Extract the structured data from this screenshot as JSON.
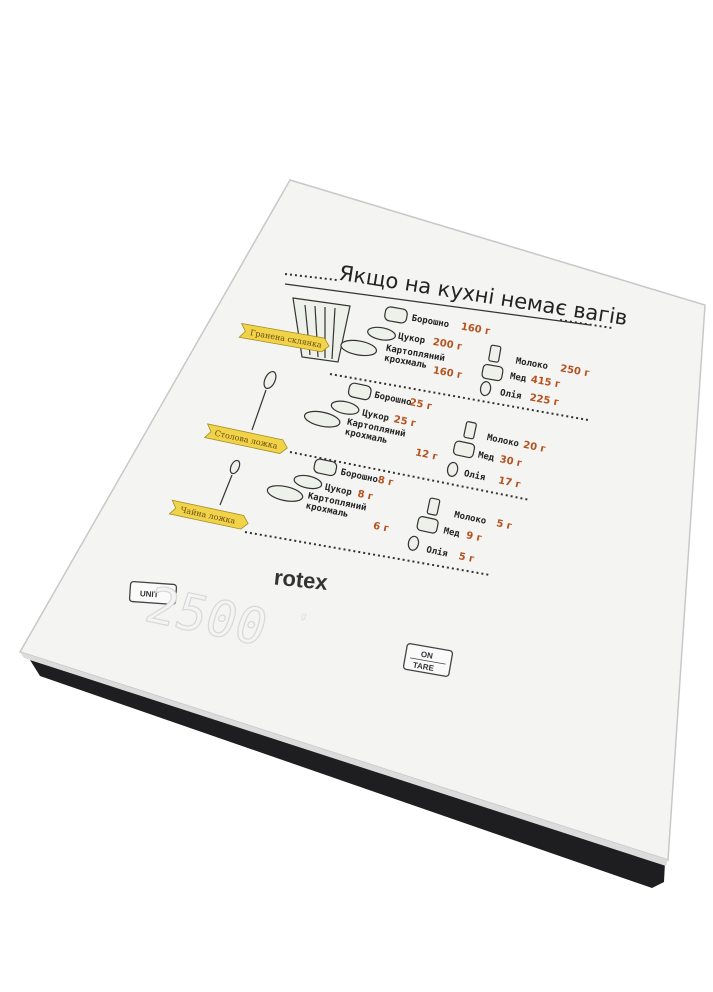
{
  "product": {
    "brand": "rotex",
    "display_value": "2500",
    "display_unit": "g"
  },
  "buttons": {
    "unit": "UNIT",
    "on": "ON",
    "tare": "TARE"
  },
  "card": {
    "title": "Якщо на кухні немає вагів",
    "sections": [
      {
        "label": "Гранена склянка",
        "items": [
          {
            "name": "Борошно",
            "value": "160 г"
          },
          {
            "name": "Цукор",
            "value": "200 г"
          },
          {
            "name": "Картопляний",
            "name2": "крохмаль",
            "value": "160 г"
          },
          {
            "name": "Молоко",
            "value": "250 г"
          },
          {
            "name": "Мед",
            "value": "415 г"
          },
          {
            "name": "Олія",
            "value": "225 г"
          }
        ]
      },
      {
        "label": "Столова ложка",
        "items": [
          {
            "name": "Борошно",
            "value": "25 г"
          },
          {
            "name": "Цукор",
            "value": "25 г"
          },
          {
            "name": "Картопляний",
            "name2": "крохмаль",
            "value": "12 г"
          },
          {
            "name": "Молоко",
            "value": "20 г"
          },
          {
            "name": "Мед",
            "value": "30 г"
          },
          {
            "name": "Олія",
            "value": "17 г"
          }
        ]
      },
      {
        "label": "Чайна ложка",
        "items": [
          {
            "name": "Борошно",
            "value": "8 г"
          },
          {
            "name": "Цукор",
            "value": "8 г"
          },
          {
            "name": "Картопляний",
            "name2": "крохмаль",
            "value": "6 г"
          },
          {
            "name": "Молоко",
            "value": "5 г"
          },
          {
            "name": "Мед",
            "value": "9 г"
          },
          {
            "name": "Олія",
            "value": "5 г"
          }
        ]
      }
    ]
  },
  "colors": {
    "glass": "#f4f4f3",
    "base": "#1e1e20",
    "ribbon": "#f1d34a",
    "value_text": "#b5531f"
  }
}
